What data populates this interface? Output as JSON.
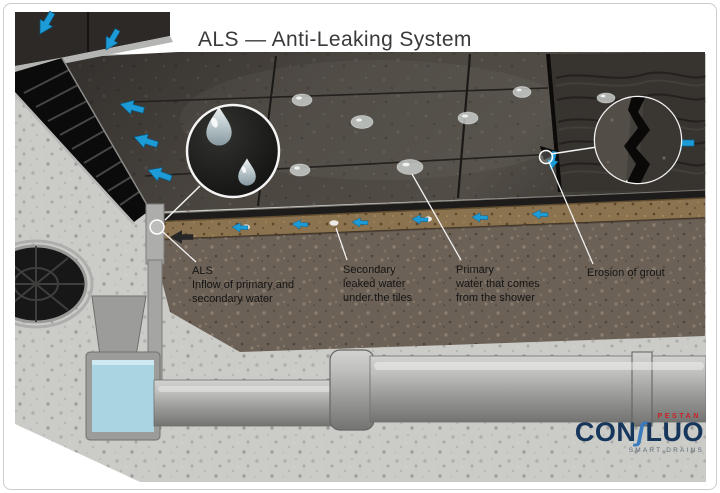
{
  "title": "ALS — Anti-Leaking System",
  "labels": {
    "als": "ALS\nInflow of primary and\nsecondary water",
    "secondary": "Secondary\nleaked water\nunder the tiles",
    "primary": "Primary\nwater that comes\nfrom the shower",
    "erosion": "Erosion of grout"
  },
  "logo": {
    "brand": "PESTAN",
    "name_left": "CON",
    "name_glyph": "ʃ",
    "name_right": "LUO",
    "tagline": "SMART DRAINS"
  },
  "colors": {
    "flow_arrow": "#1d9bd7",
    "water": "#a9d4e2",
    "logo_navy": "#16365c",
    "logo_red": "#cb2026"
  }
}
